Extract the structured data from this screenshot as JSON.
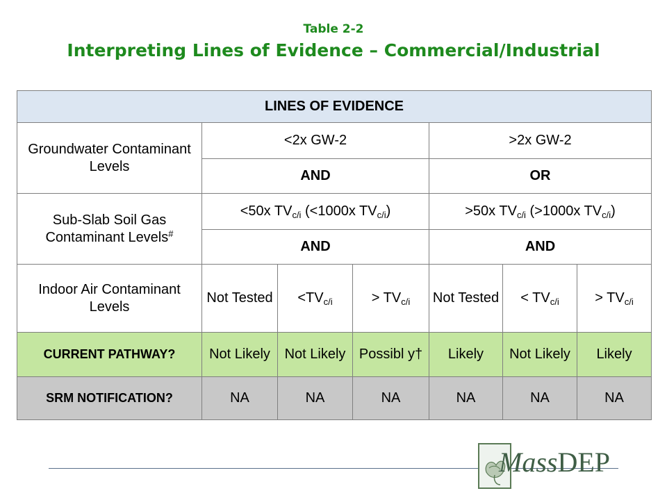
{
  "header": {
    "table_number": "Table  2-2",
    "title": "Interpreting Lines of Evidence – Commercial/Industrial"
  },
  "table": {
    "header": "LINES OF EVIDENCE",
    "groundwater": {
      "label": "Groundwater Contaminant Levels",
      "low": "<2x GW-2",
      "high": ">2x  GW-2",
      "low_connector": "AND",
      "high_connector": "OR"
    },
    "soil_gas": {
      "label_main": "Sub-Slab Soil Gas Contaminant Levels",
      "label_mark": "#",
      "low_a": "<50x TV",
      "low_sub_a": "c/i",
      "low_b": " (<1000x TV",
      "low_sub_b": "c/i",
      "low_c": ")",
      "high_a": ">50x TV",
      "high_sub_a": "c/i",
      "high_b": " (>1000x TV",
      "high_sub_b": "c/i",
      "high_c": ")",
      "low_connector": "AND",
      "high_connector": "AND"
    },
    "indoor_air": {
      "label": "Indoor Air Contaminant Levels",
      "cells": [
        {
          "main": "Not Tested",
          "sub": ""
        },
        {
          "main": "<TV",
          "sub": "c/i"
        },
        {
          "main": "> TV",
          "sub": "c/i"
        },
        {
          "main": "Not Tested",
          "sub": ""
        },
        {
          "main": "< TV",
          "sub": "c/i"
        },
        {
          "main": "> TV",
          "sub": "c/i"
        }
      ]
    },
    "current_pathway": {
      "label": "CURRENT PATHWAY?",
      "values": [
        "Not Likely",
        "Not Likely",
        "Possibl y†",
        "Likely",
        "Not Likely",
        "Likely"
      ]
    },
    "srm": {
      "label": "SRM NOTIFICATION?",
      "values": [
        "NA",
        "NA",
        "NA",
        "NA",
        "NA",
        "NA"
      ]
    }
  },
  "logo": {
    "text_a": "Mass",
    "text_b": "DEP"
  },
  "colors": {
    "title_green": "#1e8a1e",
    "header_blue": "#dce6f2",
    "pathway_green": "#c4e6a0",
    "srm_gray": "#c8c8c8"
  }
}
